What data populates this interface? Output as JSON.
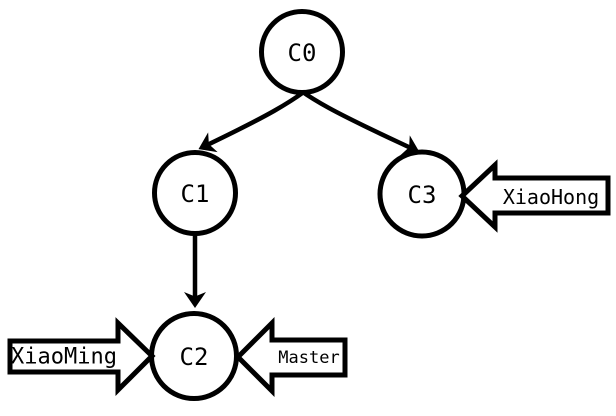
{
  "diagram": {
    "background_color": "#ffffff",
    "stroke_color": "#000000",
    "shape_fill_color": "#ffffff",
    "nodes": [
      {
        "label": "C0"
      },
      {
        "label": "C1"
      },
      {
        "label": "C2"
      },
      {
        "label": "C3"
      }
    ],
    "edges": [
      {
        "from": "C0",
        "to": "C1"
      },
      {
        "from": "C0",
        "to": "C3"
      },
      {
        "from": "C1",
        "to": "C2"
      }
    ],
    "pointers": [
      {
        "label": "XiaoHong",
        "points_to": "C3",
        "direction": "left"
      },
      {
        "label": "XiaoMing",
        "points_to": "C2",
        "direction": "right"
      },
      {
        "label": "Master",
        "points_to": "C2",
        "direction": "left"
      }
    ]
  }
}
